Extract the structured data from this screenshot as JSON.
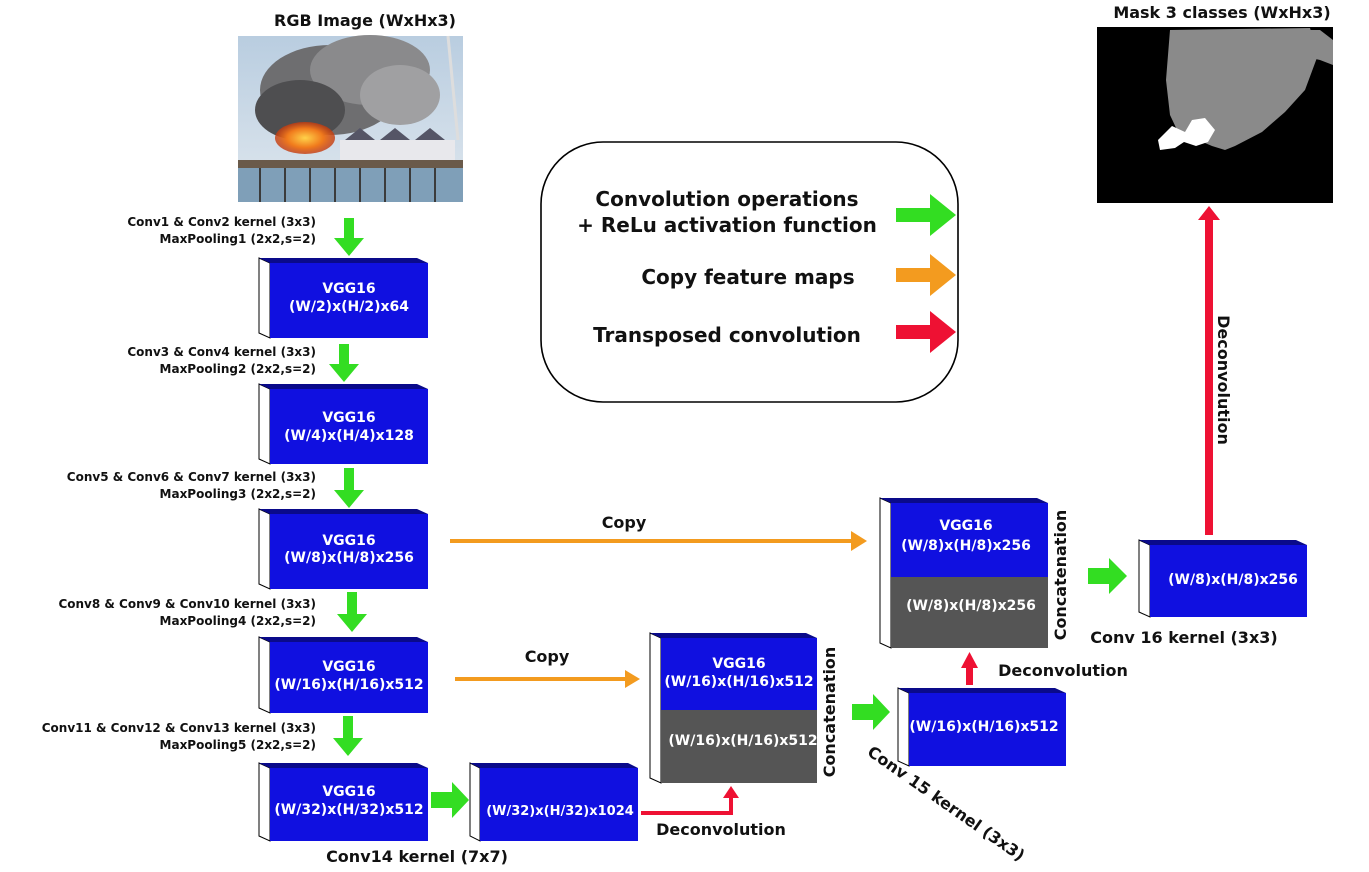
{
  "title_input": "RGB Image (WxHx3)",
  "title_output": "Mask 3 classes (WxHx3)",
  "legend": {
    "conv_line1": "Convolution operations",
    "conv_line2": "+ ReLu activation function",
    "copy": "Copy feature maps",
    "transposed": "Transposed convolution"
  },
  "colors": {
    "block_blue": "#1010e0",
    "block_gray": "#555555",
    "arrow_green": "#33dd22",
    "arrow_orange": "#f39b1f",
    "arrow_red": "#ee1133"
  },
  "encoder": [
    {
      "op1": "Conv1 & Conv2 kernel (3x3)",
      "op2": "MaxPooling1 (2x2,s=2)",
      "name": "VGG16",
      "dims": "(W/2)x(H/2)x64"
    },
    {
      "op1": "Conv3 & Conv4 kernel (3x3)",
      "op2": "MaxPooling2 (2x2,s=2)",
      "name": "VGG16",
      "dims": "(W/4)x(H/4)x128"
    },
    {
      "op1": "Conv5 & Conv6 & Conv7 kernel (3x3)",
      "op2": "MaxPooling3 (2x2,s=2)",
      "name": "VGG16",
      "dims": "(W/8)x(H/8)x256"
    },
    {
      "op1": "Conv8 & Conv9 & Conv10 kernel (3x3)",
      "op2": "MaxPooling4 (2x2,s=2)",
      "name": "VGG16",
      "dims": "(W/16)x(H/16)x512"
    },
    {
      "op1": "Conv11 & Conv12 & Conv13 kernel (3x3)",
      "op2": "MaxPooling5 (2x2,s=2)",
      "name": "VGG16",
      "dims": "(W/32)x(H/32)x512"
    }
  ],
  "conv14": {
    "label": "Conv14 kernel (7x7)",
    "dims": "(W/32)x(H/32)x1024"
  },
  "deconv1": "Deconvolution",
  "concat1": {
    "top_name": "VGG16",
    "top_dims": "(W/16)x(H/16)x512",
    "bottom_dims": "(W/16)x(H/16)x512",
    "label": "Concatenation"
  },
  "copy1": "Copy",
  "copy2": "Copy",
  "conv15": {
    "label": "Conv 15 kernel (3x3)",
    "dims": "(W/16)x(H/16)x512"
  },
  "deconv2": "Deconvolution",
  "concat2": {
    "top_name": "VGG16",
    "top_dims": "(W/8)x(H/8)x256",
    "bottom_dims": "(W/8)x(H/8)x256",
    "label": "Concatenation"
  },
  "conv16": {
    "label": "Conv 16 kernel (3x3)",
    "dims": "(W/8)x(H/8)x256"
  },
  "deconv3": "Deconvolution"
}
